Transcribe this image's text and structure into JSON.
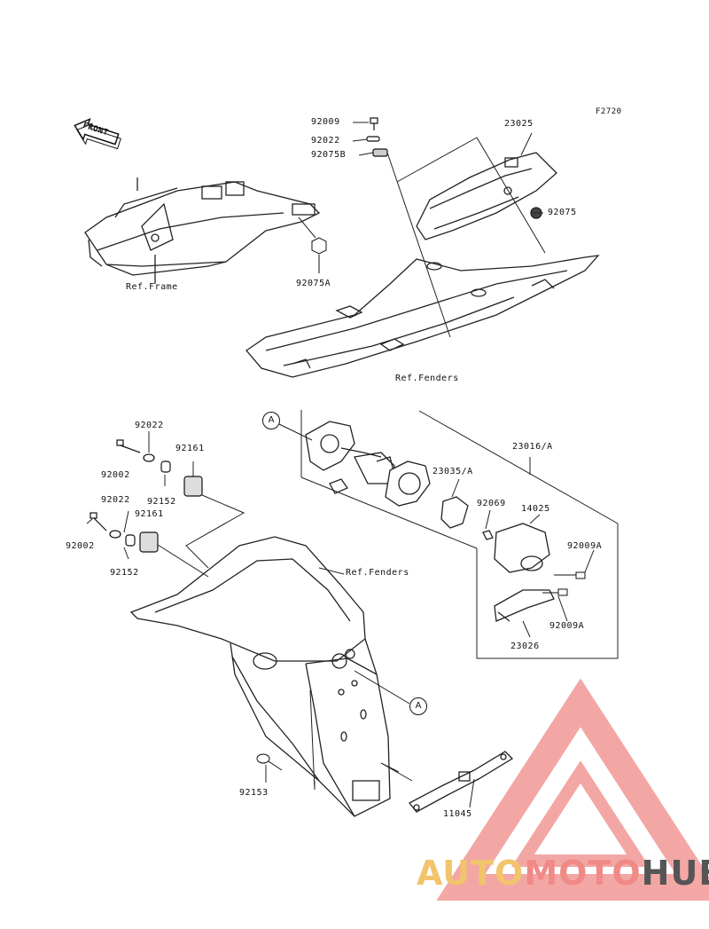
{
  "figure_code": "F2720",
  "front_label": "FRONT",
  "ref_labels": {
    "frame": "Ref.Frame",
    "fenders_upper": "Ref.Fenders",
    "fenders_lower": "Ref.Fenders"
  },
  "callout_letter": "A",
  "parts": [
    {
      "key": "p92009_top",
      "text": "92009"
    },
    {
      "key": "p92022_top",
      "text": "92022"
    },
    {
      "key": "p92075B",
      "text": "92075B"
    },
    {
      "key": "p23025",
      "text": "23025"
    },
    {
      "key": "p92075",
      "text": "92075"
    },
    {
      "key": "p92075A",
      "text": "92075A"
    },
    {
      "key": "p92022_a",
      "text": "92022"
    },
    {
      "key": "p92002_a",
      "text": "92002"
    },
    {
      "key": "p92161_a",
      "text": "92161"
    },
    {
      "key": "p92152_a",
      "text": "92152"
    },
    {
      "key": "p92022_b",
      "text": "92022"
    },
    {
      "key": "p92161_b",
      "text": "92161"
    },
    {
      "key": "p92002_b",
      "text": "92002"
    },
    {
      "key": "p92152_b",
      "text": "92152"
    },
    {
      "key": "p23016A",
      "text": "23016/A"
    },
    {
      "key": "p23035A",
      "text": "23035/A"
    },
    {
      "key": "p92069",
      "text": "92069"
    },
    {
      "key": "p14025",
      "text": "14025"
    },
    {
      "key": "p92009A_a",
      "text": "92009A"
    },
    {
      "key": "p92009A_b",
      "text": "92009A"
    },
    {
      "key": "p23026",
      "text": "23026"
    },
    {
      "key": "p92153",
      "text": "92153"
    },
    {
      "key": "p11045",
      "text": "11045"
    }
  ],
  "watermark": {
    "part1": "AUTO",
    "part2": "MOTO",
    "part3": "HUB",
    "colors": {
      "auto": "#f2c46b",
      "moto": "#f08a87",
      "hub": "#555555",
      "triangle": "#f08a87"
    }
  }
}
